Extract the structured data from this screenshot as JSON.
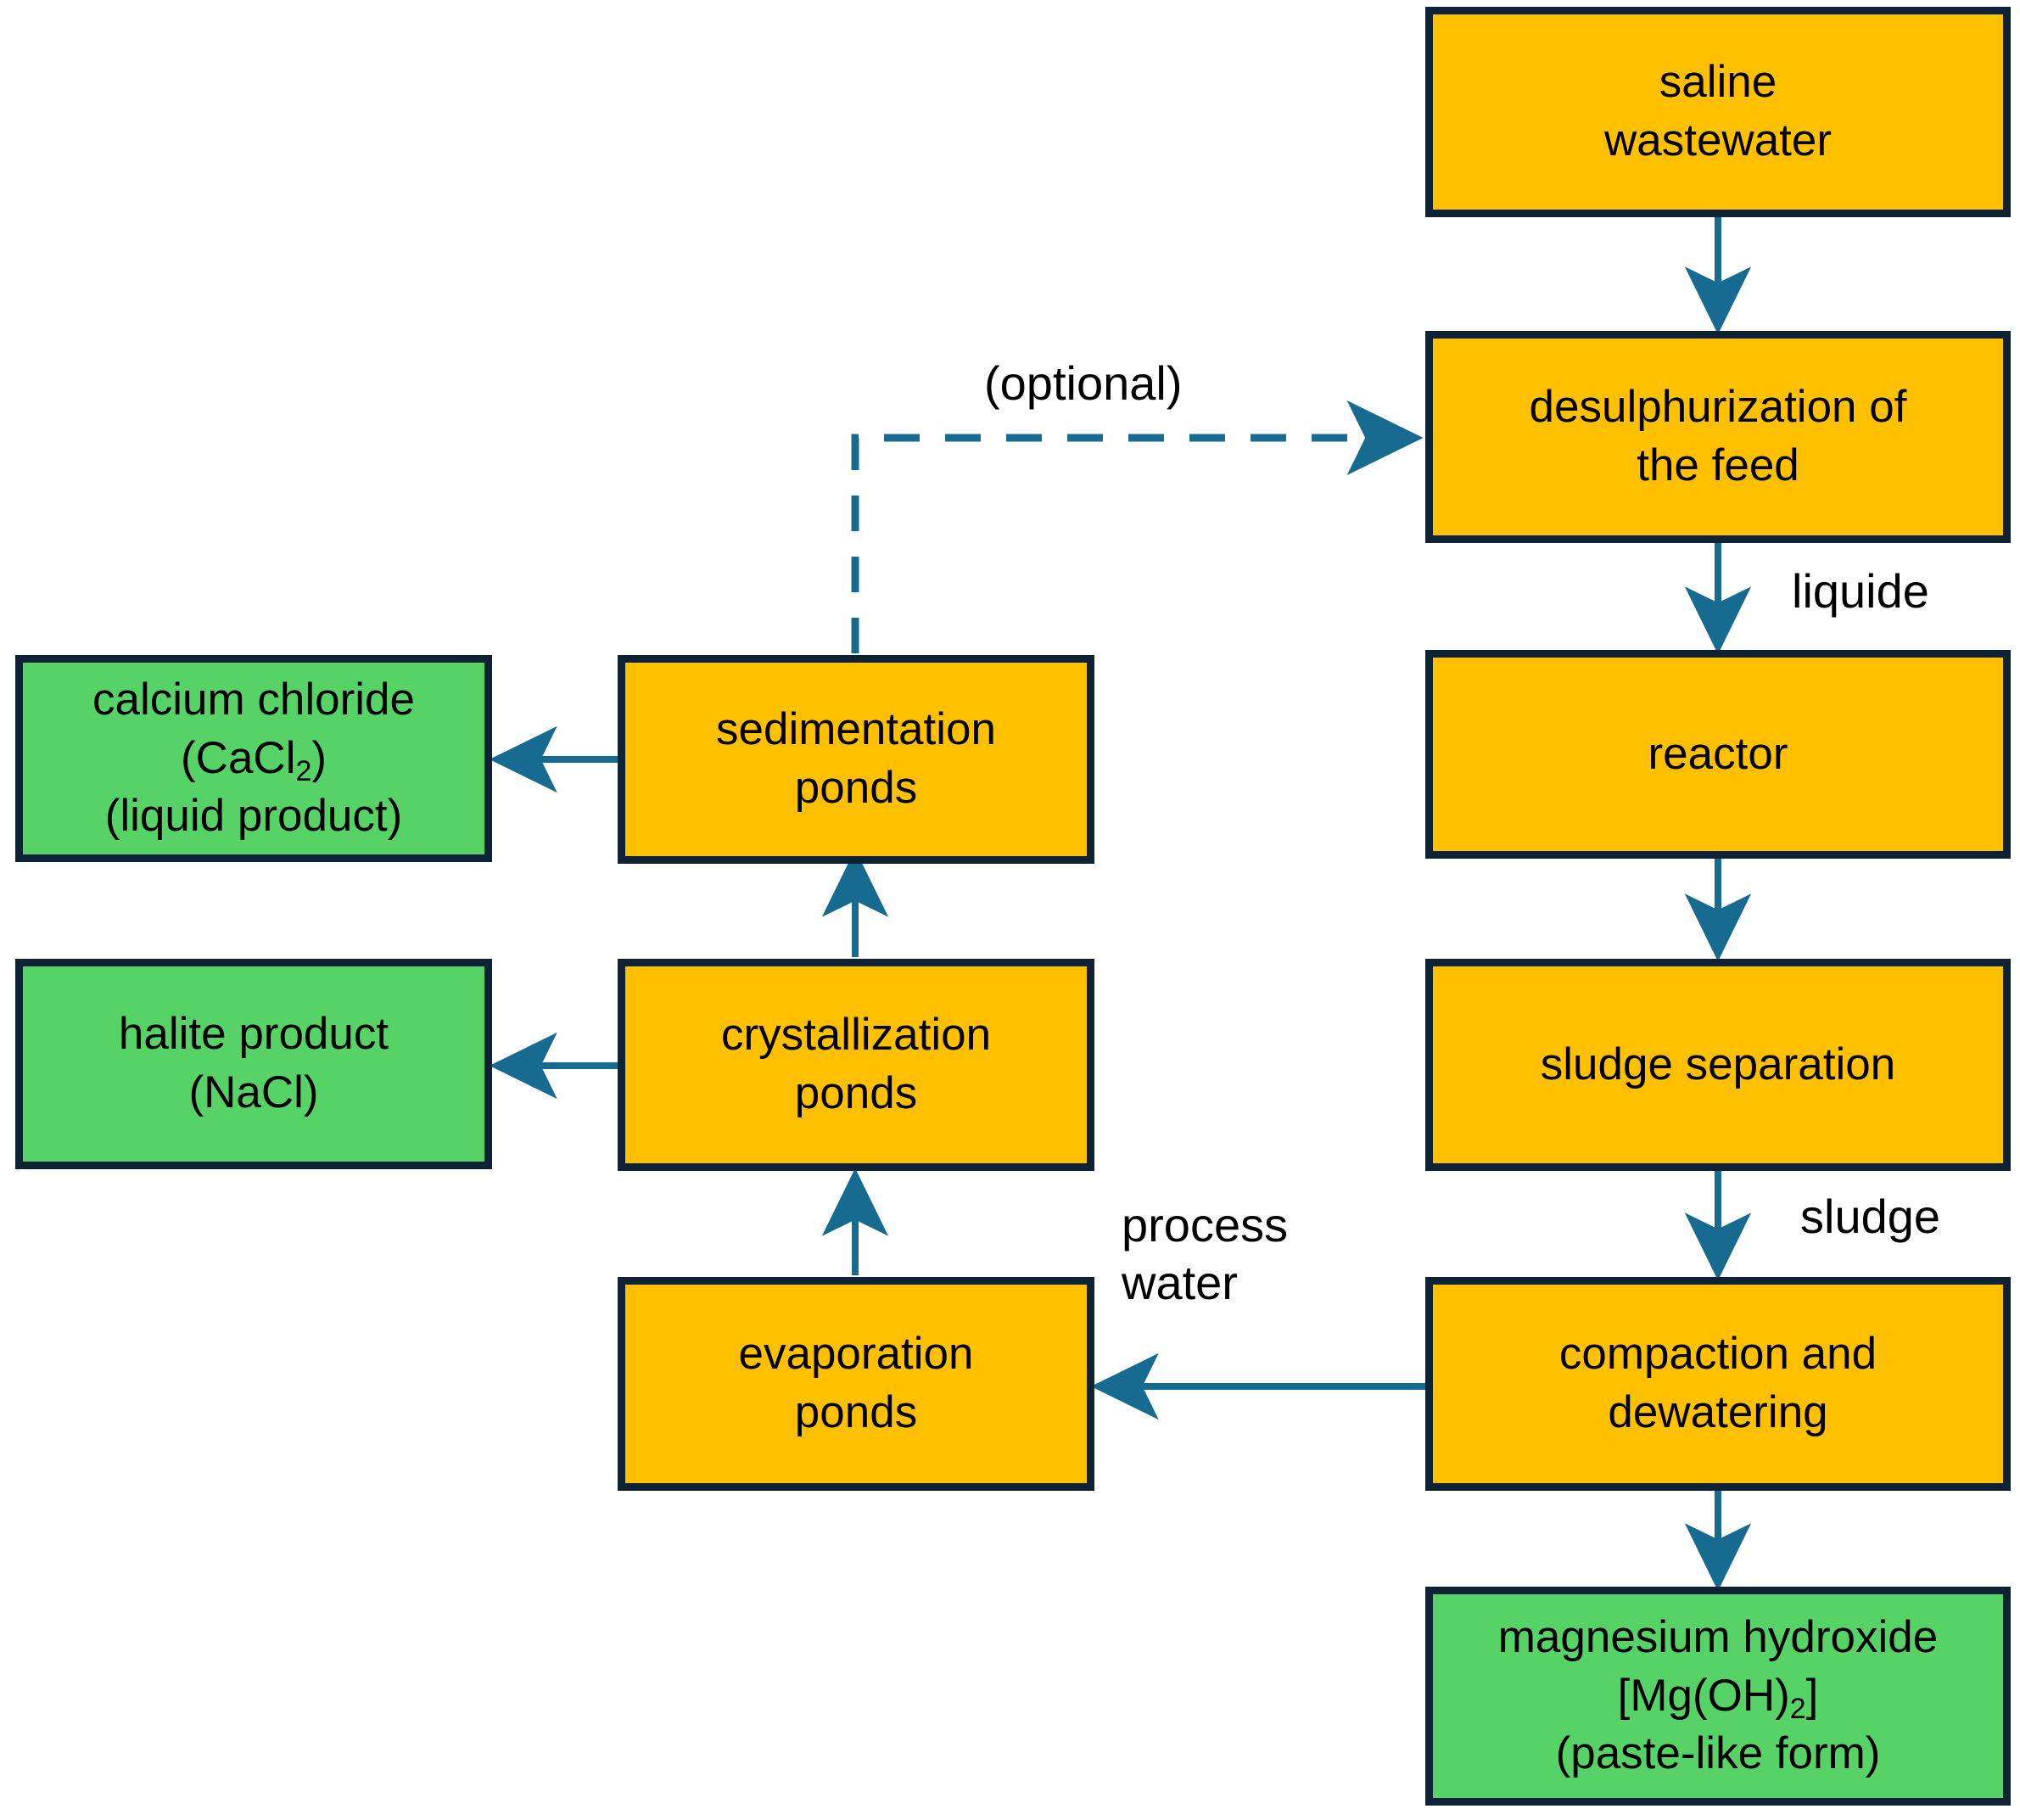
{
  "diagram": {
    "title": "saline wastewater treatment process flow diagram",
    "colors": {
      "process_fill": "#ffc000",
      "product_fill": "#56d266",
      "border": "#0d2235",
      "arrow": "#176b91",
      "background": "#ffffff",
      "text": "#000000"
    }
  },
  "nodes": {
    "saline_wastewater": {
      "line1": "saline",
      "line2": "wastewater",
      "type": "process"
    },
    "desulphurization": {
      "line1": "desulphurization of",
      "line2": "the feed",
      "type": "process"
    },
    "reactor": {
      "line1": "reactor",
      "type": "process"
    },
    "sludge_separation": {
      "line1": "sludge separation",
      "type": "process"
    },
    "compaction_dewatering": {
      "line1": "compaction and",
      "line2": "dewatering",
      "type": "process"
    },
    "magnesium_hydroxide": {
      "line1": "magnesium hydroxide",
      "line2_pre": "[Mg(OH)",
      "line2_sub": "2",
      "line2_post": "]",
      "line3": "(paste-like form)",
      "type": "product"
    },
    "evaporation_ponds": {
      "line1": "evaporation",
      "line2": "ponds",
      "type": "process"
    },
    "crystallization_ponds": {
      "line1": "crystallization",
      "line2": "ponds",
      "type": "process"
    },
    "sedimentation_ponds": {
      "line1": "sedimentation",
      "line2": "ponds",
      "type": "process"
    },
    "halite_product": {
      "line1": "halite product",
      "line2": "(NaCl)",
      "type": "product"
    },
    "calcium_chloride": {
      "line1": "calcium chloride",
      "line2_pre": "(CaCl",
      "line2_sub": "2",
      "line2_post": ")",
      "line3": "(liquid product)",
      "type": "product"
    }
  },
  "edge_labels": {
    "optional": "(optional)",
    "liquide": "liquide",
    "sludge": "sludge",
    "process_water": "process\nwater"
  },
  "flow": [
    {
      "from": "saline_wastewater",
      "to": "desulphurization",
      "style": "solid",
      "label": ""
    },
    {
      "from": "desulphurization",
      "to": "reactor",
      "style": "solid",
      "label": "liquide"
    },
    {
      "from": "reactor",
      "to": "sludge_separation",
      "style": "solid",
      "label": ""
    },
    {
      "from": "sludge_separation",
      "to": "compaction_dewatering",
      "style": "solid",
      "label": "sludge"
    },
    {
      "from": "compaction_dewatering",
      "to": "magnesium_hydroxide",
      "style": "solid",
      "label": ""
    },
    {
      "from": "compaction_dewatering",
      "to": "evaporation_ponds",
      "style": "solid",
      "label": "process water"
    },
    {
      "from": "evaporation_ponds",
      "to": "crystallization_ponds",
      "style": "solid",
      "label": ""
    },
    {
      "from": "crystallization_ponds",
      "to": "sedimentation_ponds",
      "style": "solid",
      "label": ""
    },
    {
      "from": "crystallization_ponds",
      "to": "halite_product",
      "style": "solid",
      "label": ""
    },
    {
      "from": "sedimentation_ponds",
      "to": "calcium_chloride",
      "style": "solid",
      "label": ""
    },
    {
      "from": "sedimentation_ponds",
      "to": "desulphurization",
      "style": "dashed",
      "label": "(optional)"
    }
  ]
}
